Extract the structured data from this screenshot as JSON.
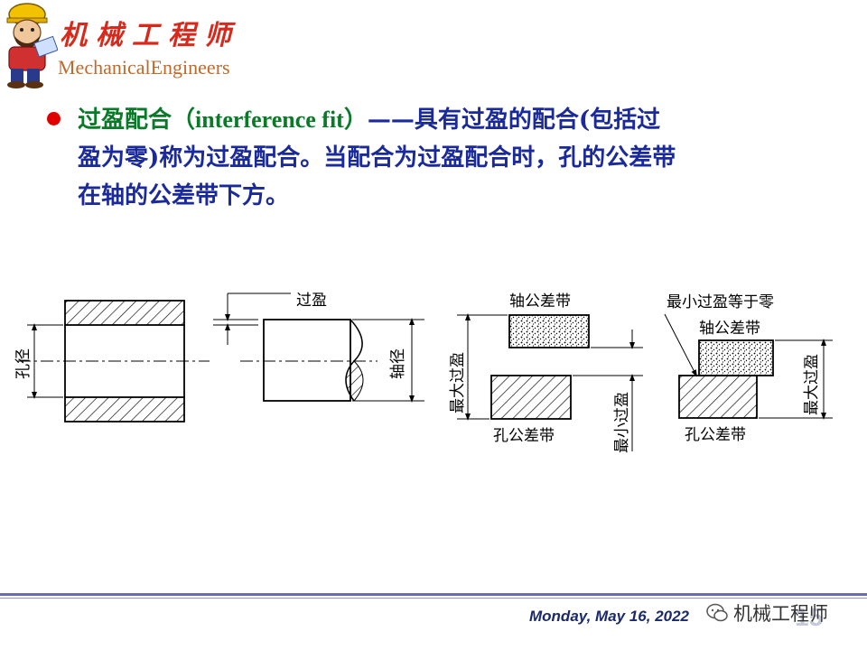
{
  "header": {
    "brand_cn": "机械工程师",
    "brand_en": "MechanicalEngineers"
  },
  "content": {
    "term": "过盈配合",
    "term_en": "（interference fit）",
    "line1_rest": "——具有过盈的配合(包括过",
    "line2": "盈为零)称为过盈配合。当配合为过盈配合时，孔的公差带",
    "line3": "在轴的公差带下方。"
  },
  "diagram": {
    "hole_dia": "孔径",
    "interference": "过盈",
    "shaft_dia": "轴径",
    "shaft_zone_1": "轴公差带",
    "hole_zone_1": "孔公差带",
    "max_interference_1": "最大过盈",
    "min_interference_1": "最小过盈",
    "min_zero": "最小过盈等于零",
    "shaft_zone_2": "轴公差带",
    "hole_zone_2": "孔公差带",
    "max_interference_2": "最大过盈"
  },
  "footer": {
    "date": "Monday, May 16, 2022",
    "page": "15",
    "watermark": "机械工程师"
  },
  "colors": {
    "title_red": "#d72a1c",
    "text_blue": "#1a2a9a",
    "term_green": "#0a7a28",
    "bullet_red": "#e00000"
  }
}
